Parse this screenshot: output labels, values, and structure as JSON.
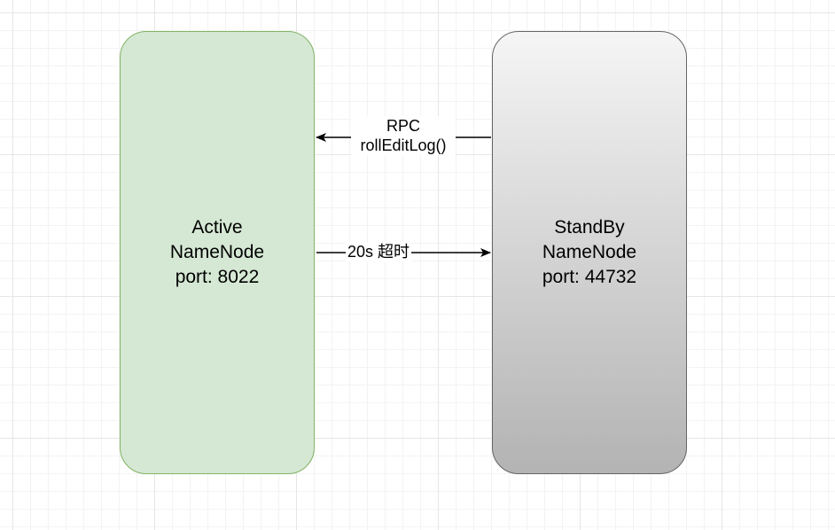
{
  "nodes": {
    "active": {
      "line1": "Active",
      "line2": "NameNode",
      "line3": "port: 8022"
    },
    "standby": {
      "line1": "StandBy",
      "line2": "NameNode",
      "line3": "port: 44732"
    }
  },
  "edges": {
    "rpc": {
      "line1": "RPC",
      "line2": "rollEditLog()"
    },
    "timeout": {
      "label": "20s 超时"
    }
  },
  "colors": {
    "active_fill": "#d5e8d4",
    "active_stroke": "#82b366",
    "standby_fill_top": "#f5f5f5",
    "standby_fill_bottom": "#b3b3b3",
    "standby_stroke": "#666666",
    "edge": "#000000"
  }
}
